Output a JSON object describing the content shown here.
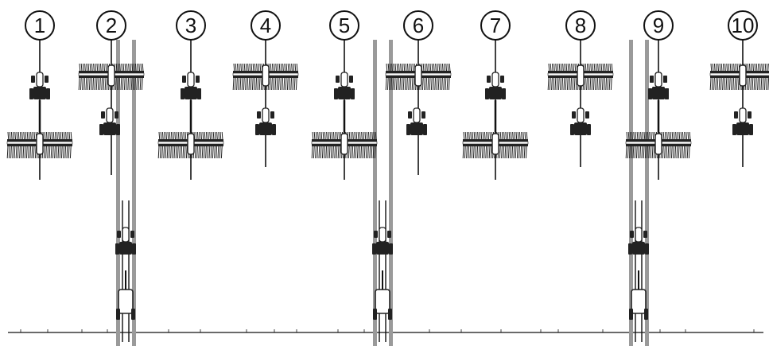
{
  "passes": [
    {
      "number": "1",
      "seeder": "bottom",
      "front_seeder": false,
      "tramlines": false
    },
    {
      "number": "2",
      "seeder": "top",
      "front_seeder": false,
      "tramlines": true
    },
    {
      "number": "3",
      "seeder": "bottom",
      "front_seeder": false,
      "tramlines": false
    },
    {
      "number": "4",
      "seeder": "top",
      "front_seeder": false,
      "tramlines": false
    },
    {
      "number": "5",
      "seeder": "bottom",
      "front_seeder": false,
      "tramlines": false
    },
    {
      "number": "6",
      "seeder": "top",
      "front_seeder": false,
      "tramlines": true
    },
    {
      "number": "7",
      "seeder": "bottom",
      "front_seeder": false,
      "tramlines": false
    },
    {
      "number": "8",
      "seeder": "top",
      "front_seeder": false,
      "tramlines": false
    },
    {
      "number": "9",
      "seeder": "bottom",
      "front_seeder": true,
      "tramlines": true
    },
    {
      "number": "10",
      "seeder": "top",
      "front_seeder": false,
      "tramlines": false
    }
  ],
  "sprayer_tractors": 3,
  "colors": {
    "line": "#111111",
    "tramline": "#9a9a9a",
    "machine": "#222222",
    "background": "#ffffff"
  }
}
